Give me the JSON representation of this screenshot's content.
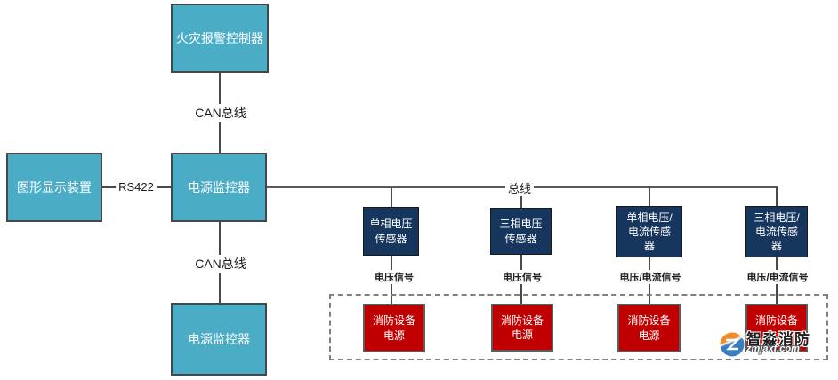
{
  "nodes": {
    "fire_alarm_controller": "火灾报警控制器",
    "graphic_display": "图形显示装置",
    "power_monitor_top": "电源监控器",
    "power_monitor_bottom": "电源监控器",
    "sensors": [
      {
        "label": "单相电压\n传感器",
        "signal": "电压信号"
      },
      {
        "label": "三相电压\n传感器",
        "signal": "电压信号"
      },
      {
        "label": "单相电压/\n电流传感\n器",
        "signal": "电压/电流信号"
      },
      {
        "label": "三相电压/\n电流传感\n器",
        "signal": "电压/电流信号"
      }
    ],
    "fire_devices": [
      {
        "label": "消防设备\n电源"
      },
      {
        "label": "消防设备\n电源"
      },
      {
        "label": "消防设备\n电源"
      },
      {
        "label": "消防设备\n电源"
      }
    ]
  },
  "edges": {
    "can_bus_top": "CAN总线",
    "rs422": "RS422",
    "can_bus_bottom": "CAN总线",
    "bus": "总线"
  },
  "watermark": {
    "brand": "智淼消防",
    "url": "zmjaxf.com"
  },
  "colors": {
    "controller_fill": "#4bacc6",
    "sensor_fill": "#17365d",
    "device_fill": "#c00000",
    "connector_line": "#4a4a4a",
    "bus_line": "#595959",
    "dashed_border": "#808080"
  }
}
